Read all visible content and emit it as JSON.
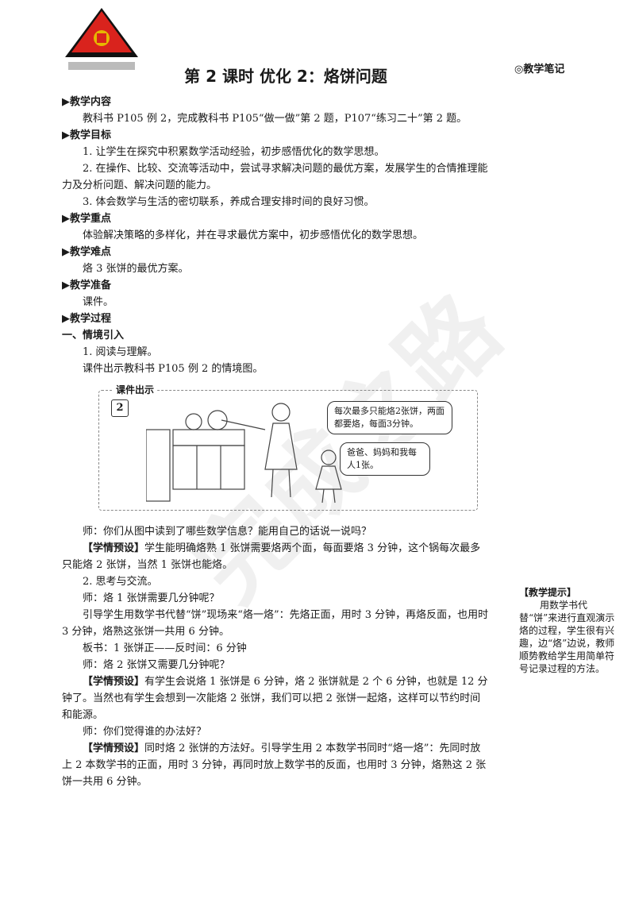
{
  "side_label": "◎教学笔记",
  "title": "第 2 课时 优化 2：烙饼问题",
  "sections": {
    "content_h": "▶教学内容",
    "content": "教科书 P105 例 2，完成教科书 P105“做一做”第 2 题，P107“练习二十”第 2 题。",
    "goals_h": "▶教学目标",
    "goal1": "1. 让学生在探究中积累数学活动经验，初步感悟优化的数学思想。",
    "goal2": "2. 在操作、比较、交流等活动中，尝试寻求解决问题的最优方案，发展学生的合情推理能力及分析问题、解决问题的能力。",
    "goal3": "3. 体会数学与生活的密切联系，养成合理安排时间的良好习惯。",
    "key_h": "▶教学重点",
    "key": "体验解决策略的多样化，并在寻求最优方案中，初步感悟优化的数学思想。",
    "diff_h": "▶教学难点",
    "diff": "烙 3 张饼的最优方案。",
    "prep_h": "▶教学准备",
    "prep": "课件。",
    "proc_h": "▶教学过程",
    "part1_h": "一、情境引入",
    "step1": "1. 阅读与理解。",
    "step1_text": "课件出示教科书 P105 例 2 的情境图。"
  },
  "figure": {
    "tag": "课件出示",
    "num": "2",
    "bubble1": "每次最多只能烙2张饼，两面都要烙，每面3分钟。",
    "bubble2": "爸爸、妈妈和我每人1张。"
  },
  "body": {
    "q1": "师：你们从图中读到了哪些数学信息？能用自己的话说一说吗？",
    "preset_label": "【学情预设】",
    "pre1": "学生能明确烙熟 1 张饼需要烙两个面，每面要烙 3 分钟，这个锅每次最多只能烙 2 张饼，当然 1 张饼也能烙。",
    "step2": "2. 思考与交流。",
    "q2": "师：烙 1 张饼需要几分钟呢？",
    "guide1": "引导学生用数学书代替“饼”现场来“烙一烙”：先烙正面，用时 3 分钟，再烙反面，也用时 3 分钟，烙熟这张饼一共用 6 分钟。",
    "board": "板书：1 张饼正——反时间：6 分钟",
    "q3": "师：烙 2 张饼又需要几分钟呢？",
    "pre2": "有学生会说烙 1 张饼是 6 分钟，烙 2 张饼就是 2 个 6 分钟，也就是 12 分钟了。当然也有学生会想到一次能烙 2 张饼，我们可以把 2 张饼一起烙，这样可以节约时间和能源。",
    "q4": "师：你们觉得谁的办法好？",
    "pre3": "同时烙 2 张饼的方法好。引导学生用 2 本数学书同时“烙一烙”：先同时放上 2 本数学书的正面，用时 3 分钟，再同时放上数学书的反面，也用时 3 分钟，烙熟这 2 张饼一共用 6 分钟。"
  },
  "hint": {
    "title": "【教学提示】",
    "text": "用数学书代替“饼”来进行直观演示烙的过程，学生很有兴趣，边“烙”边说，教师顺势教给学生用简单符号记录过程的方法。"
  },
  "watermark": "完成之路",
  "colors": {
    "logo_red": "#d9231d",
    "logo_black": "#111111",
    "logo_gold": "#e6b800"
  }
}
